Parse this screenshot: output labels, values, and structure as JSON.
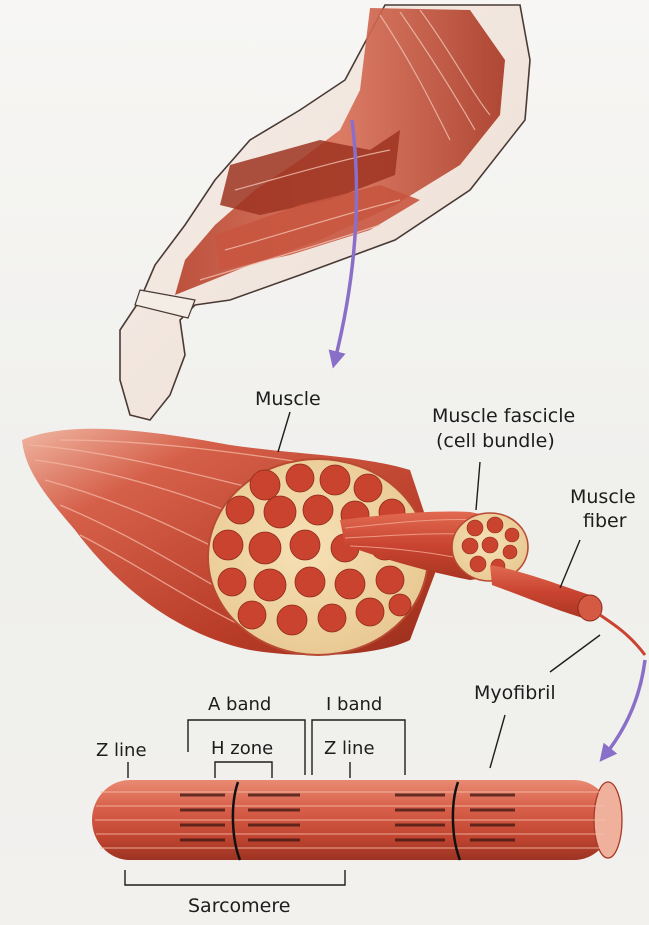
{
  "labels": {
    "muscle": "Muscle",
    "fascicle_line1": "Muscle fascicle",
    "fascicle_line2": "(cell bundle)",
    "fiber_line1": "Muscle",
    "fiber_line2": "fiber",
    "myofibril": "Myofibril",
    "a_band": "A band",
    "i_band": "I band",
    "h_zone": "H zone",
    "z_line_left": "Z line",
    "z_line_right": "Z line",
    "sarcomere": "Sarcomere"
  },
  "colors": {
    "muscle_red": "#c8442f",
    "muscle_dark": "#8e2a1c",
    "muscle_light": "#e9836a",
    "tissue_cream": "#f1d7a8",
    "arrow_purple": "#8a6fc9",
    "line_black": "#1d1d1d"
  }
}
